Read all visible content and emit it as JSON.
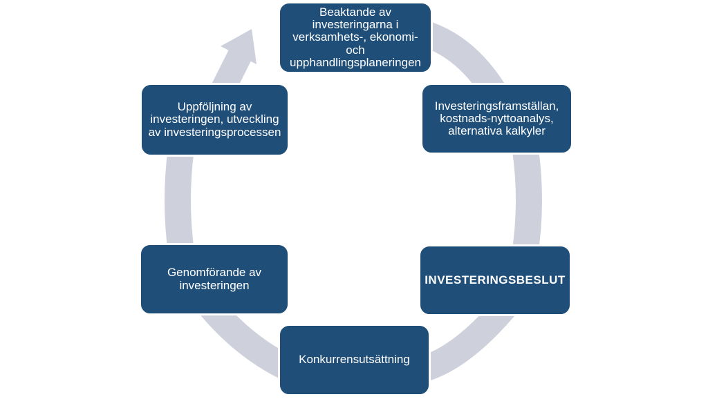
{
  "diagram": {
    "type": "cycle",
    "language": "sv",
    "colors": {
      "box_fill": "#1F4E79",
      "box_border": "#FFFFFF",
      "arrow": "#CED1DB",
      "text": "#FFFFFF"
    },
    "steps": [
      {
        "id": "beaktande",
        "label": "Beaktande av\ninvesteringarna i\nverksamhets-, ekonomi-\noch\nupphandlingsplaneringen",
        "emphasis": false
      },
      {
        "id": "investeringsframstallan",
        "label": "Investeringsframställan,\nkostnads-nyttoanalys,\nalternativa kalkyler",
        "emphasis": false
      },
      {
        "id": "investeringsbeslut",
        "label": "INVESTERINGSBESLUT",
        "emphasis": true
      },
      {
        "id": "konkurrensutsattning",
        "label": "Konkurrensutsättning",
        "emphasis": false
      },
      {
        "id": "genomforande",
        "label": "Genomförande av\ninvesteringen",
        "emphasis": false
      },
      {
        "id": "uppfoljning",
        "label": "Uppföljning av\ninvesteringen, utveckling\nav investeringsprocessen",
        "emphasis": false
      }
    ]
  }
}
